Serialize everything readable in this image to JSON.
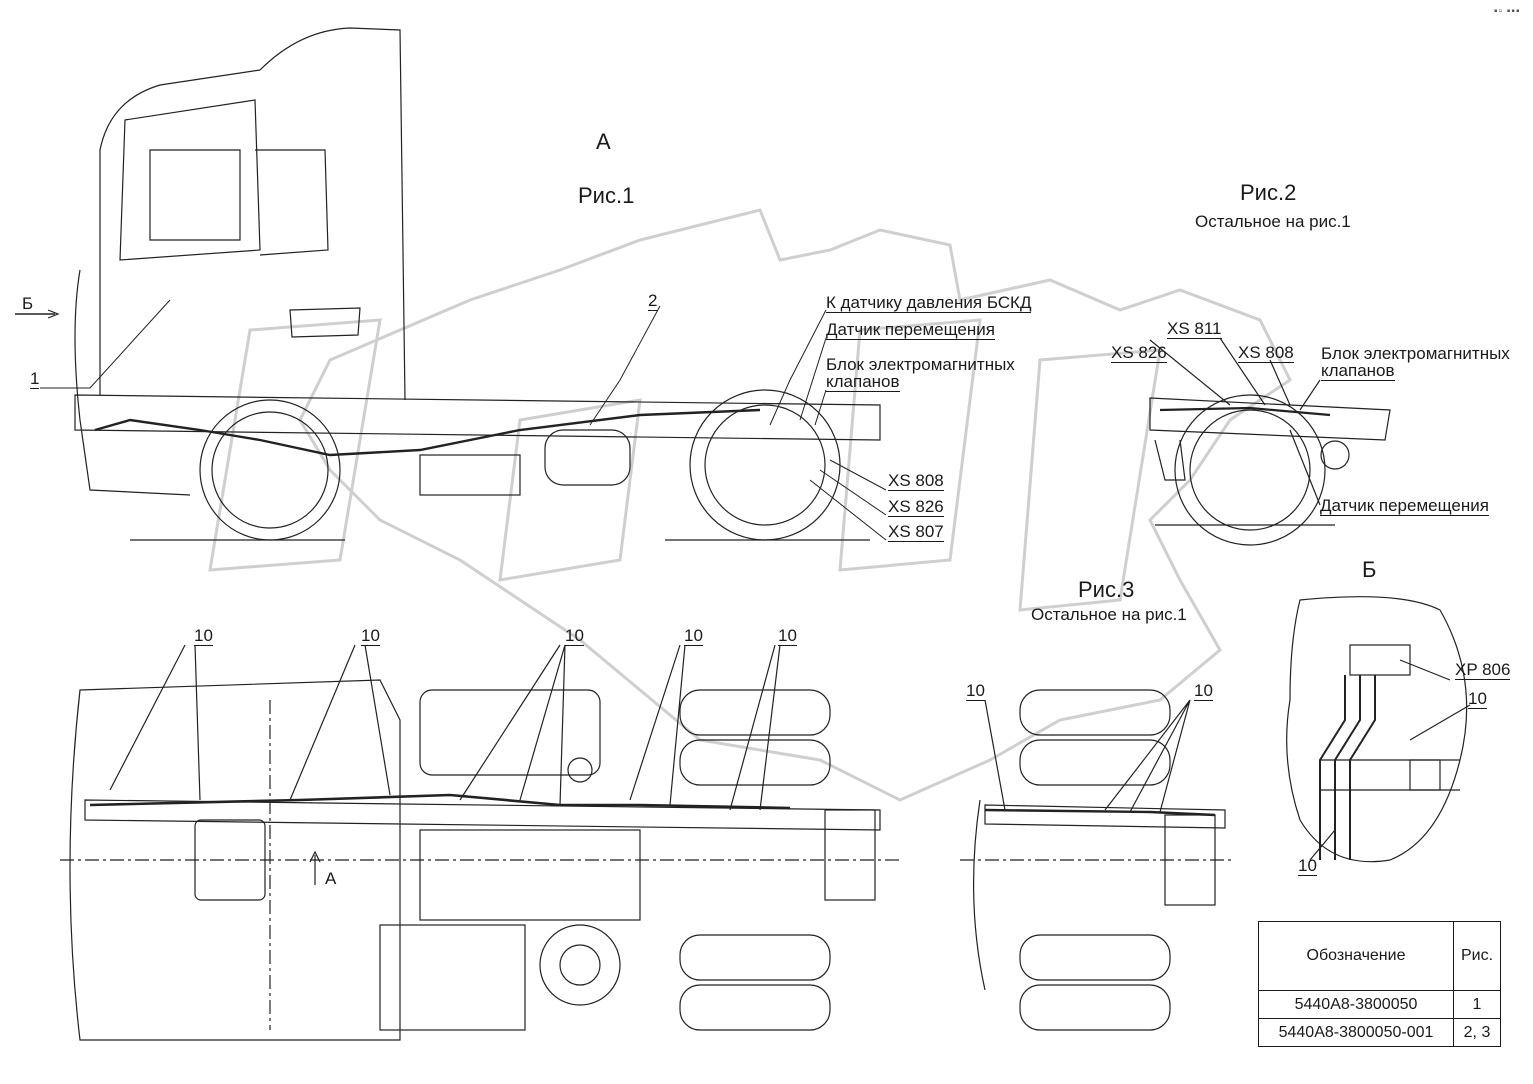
{
  "corner_mark": "▪▫ ▪▪▪",
  "figures": {
    "fig1": {
      "view_letter": "A",
      "title": "Рис.1"
    },
    "fig2": {
      "title": "Рис.2",
      "subtitle": "Остальное на рис.1"
    },
    "fig3": {
      "title": "Рис.3",
      "subtitle": "Остальное на рис.1"
    },
    "view_b": {
      "letter": "Б"
    }
  },
  "callouts": {
    "arrow_b": "Б",
    "arrow_a": "А",
    "item_1": "1",
    "item_2": "2",
    "pressure_sensor": "К датчику давления БСКД",
    "displacement_sensor": "Датчик перемещения",
    "valve_block_l1": "Блок электромагнитных",
    "valve_block_l2": "клапанов",
    "xs808": "XS 808",
    "xs826": "XS 826",
    "xs807": "XS 807",
    "fig2_xs811": "XS 811",
    "fig2_xs826": "XS 826",
    "fig2_xs808": "XS 808",
    "fig2_valve_l1": "Блок электромагнитных",
    "fig2_valve_l2": "клапанов",
    "fig2_sensor": "Датчик перемещения",
    "ten": "10",
    "xp806": "XP 806"
  },
  "table": {
    "headers": [
      "Обозначение",
      "Рис."
    ],
    "rows": [
      {
        "designation": "5440A8-3800050",
        "fig": "1"
      },
      {
        "designation": "5440A8-3800050-001",
        "fig": "2, 3"
      }
    ]
  },
  "watermark": {
    "text": "ОРЕХ"
  }
}
